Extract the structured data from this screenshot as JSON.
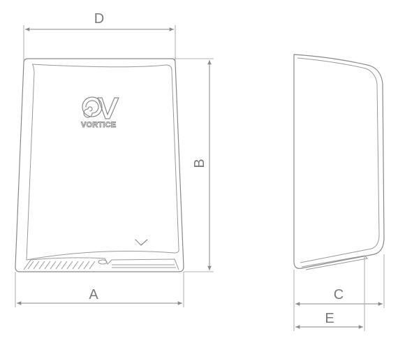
{
  "dimensions": {
    "A": "A",
    "B": "B",
    "C": "C",
    "D": "D",
    "E": "E"
  },
  "logo": {
    "brand": "VORTICE"
  }
}
